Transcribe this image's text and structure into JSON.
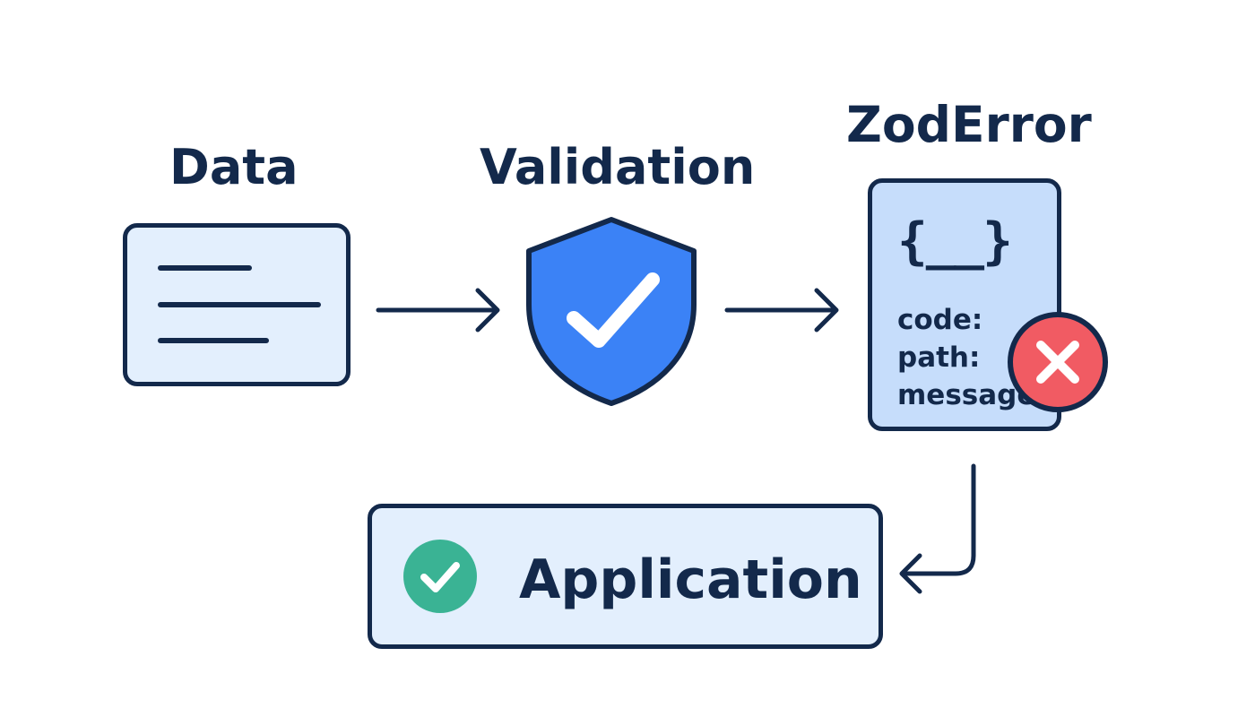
{
  "nodes": {
    "data": {
      "label": "Data"
    },
    "validation": {
      "label": "Validation"
    },
    "zod_error": {
      "label": "ZodError",
      "braces": "{__}",
      "fields": [
        "code:",
        "path:",
        "message:"
      ]
    },
    "application": {
      "label": "Application"
    }
  },
  "icons": {
    "data_card": "document-lines-icon",
    "validation": "shield-check-icon",
    "error_badge": "x-circle-icon",
    "app_status": "check-circle-icon"
  },
  "colors": {
    "outline": "#13294b",
    "card_fill_light": "#e3effd",
    "error_card_fill": "#c6ddfb",
    "shield_blue": "#3b82f6",
    "error_red": "#f15b63",
    "success_green": "#3ab394"
  }
}
